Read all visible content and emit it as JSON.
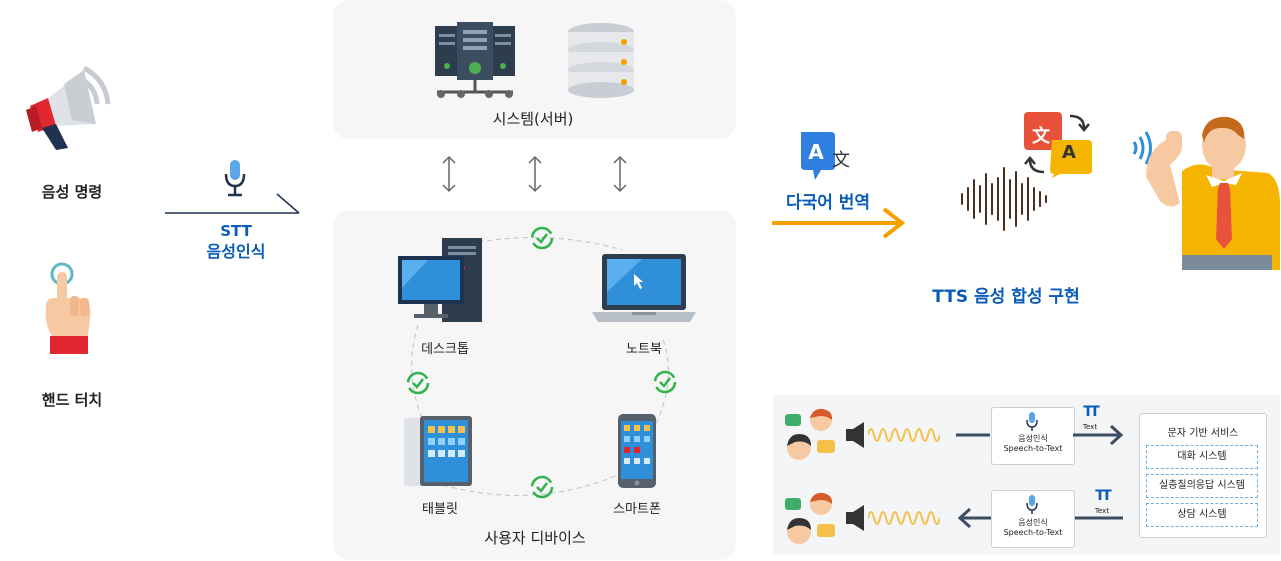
{
  "left": {
    "voice_command_label": "음성 명령",
    "hand_touch_label": "핸드 터치",
    "stt_label": "STT",
    "stt_sub": "음성인식"
  },
  "server": {
    "label": "시스템(서버)"
  },
  "devices": {
    "title": "사용자 디바이스",
    "desktop": "데스크톱",
    "laptop": "노트북",
    "tablet": "태블릿",
    "smartphone": "스마트폰"
  },
  "translation": {
    "label": "다국어 번역",
    "icon_a": "A",
    "icon_b": "文"
  },
  "tts": {
    "label": "TTS 음성 합성 구현",
    "icon_a": "文",
    "icon_b": "A"
  },
  "flow": {
    "stt_box_line1": "음성인식",
    "stt_box_line2": "Speech-to-Text",
    "text_tag": "Text",
    "text_icon": "TT",
    "service_title": "문자 기반 서비스",
    "services": [
      "대화 시스템",
      "실층질의응답 시스템",
      "상담 시스템"
    ]
  },
  "colors": {
    "accent_blue": "#0a5cb8",
    "orange": "#f5a000",
    "green": "#2fb34a"
  }
}
